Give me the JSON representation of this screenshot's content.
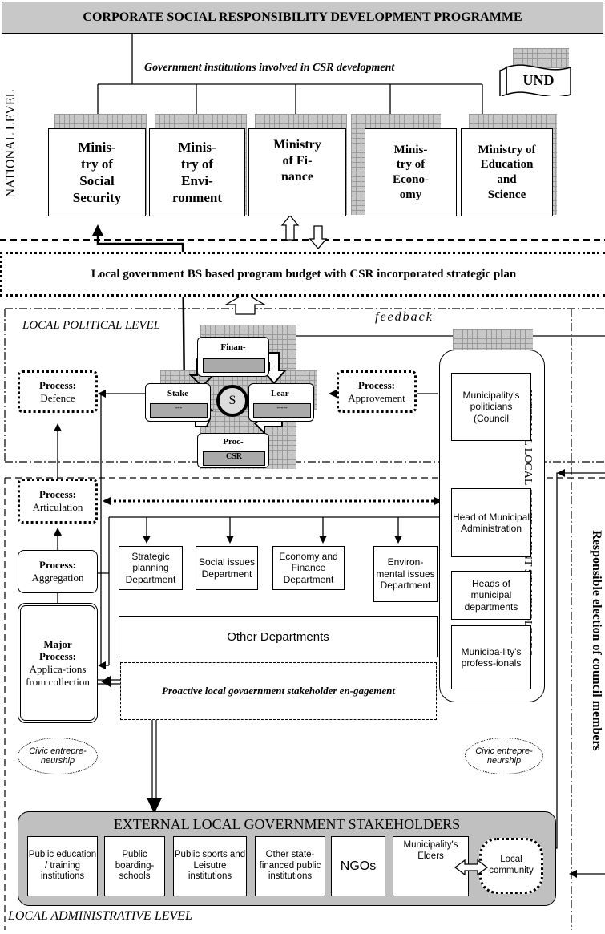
{
  "header": {
    "programme_title": "CORPORATE SOCIAL RESPONSIBILITY DEVELOPMENT PROGRAMME",
    "gov_institutions": "Government institutions involved in CSR development",
    "und": "UND",
    "national_level": "NATIONAL LEVEL"
  },
  "ministries": [
    {
      "label": "Minis-\ntry of\nSocial\nSecurity"
    },
    {
      "label": "Minis-\ntry of\nEnvi-\nronment"
    },
    {
      "label": "Ministry\nof Fi-\nnance"
    },
    {
      "label": "Minis-\ntry of\nEcono-\nomy"
    },
    {
      "label": "Ministry of\nEducation\nand\nScience"
    }
  ],
  "budget_banner": "Local government BS based program budget with CSR incorporated strategic plan",
  "political": {
    "level_label": "LOCAL POLITICAL LEVEL",
    "feedback": "feedback",
    "defence_title": "Process:",
    "defence_sub": "Defence",
    "approvement_title": "Process:",
    "approvement_sub": "Approvement",
    "bsc": {
      "finance": "Finan-",
      "stake": "Stake",
      "stake_sub": "---",
      "learn": "Lear-",
      "learn_sub": "-----",
      "process": "Proc-",
      "process_sub": "CSR",
      "center": "S"
    }
  },
  "internal": {
    "vertical_label": "INTERNAL LOCAL GOVERNMENT STAKEHOLDERS",
    "politicians": "Municipality's politicians (Council",
    "head_admin": "Head of Municipal Administration",
    "heads_depts": "Heads of municipal departments",
    "professionals": "Municipa-lity's profess-ionals"
  },
  "right_label": "Responsible election of council members",
  "processes": {
    "articulation_title": "Process:",
    "articulation_sub": "Articulation",
    "aggregation_title": "Process:",
    "aggregation_sub": "Aggregation",
    "major_title": "Major Process:",
    "major_sub": "Applica-tions from collection"
  },
  "departments": [
    {
      "label": "Strategic planning Department"
    },
    {
      "label": "Social issues Department"
    },
    {
      "label": "Economy and Finance Department"
    },
    {
      "label": "Environ-mental issues Department"
    }
  ],
  "other_departments": "Other Departments",
  "proactive": "Proactive local govaernment stakeholder en-gagement",
  "civic_left": "Civic entrepre-neurship",
  "civic_right": "Civic entrepre-neurship",
  "external": {
    "title": "EXTERNAL LOCAL GOVERNMENT STAKEHOLDERS",
    "boxes": [
      {
        "label": "Public education / training institutions"
      },
      {
        "label": "Public boarding-schools"
      },
      {
        "label": "Public sports and Leisutre institutions"
      },
      {
        "label": "Other state-financed public institutions"
      },
      {
        "label": "NGOs"
      },
      {
        "label": "Municipality's Elders"
      },
      {
        "label": "Local community"
      }
    ]
  },
  "admin_level": "LOCAL ADMINISTRATIVE LEVEL"
}
